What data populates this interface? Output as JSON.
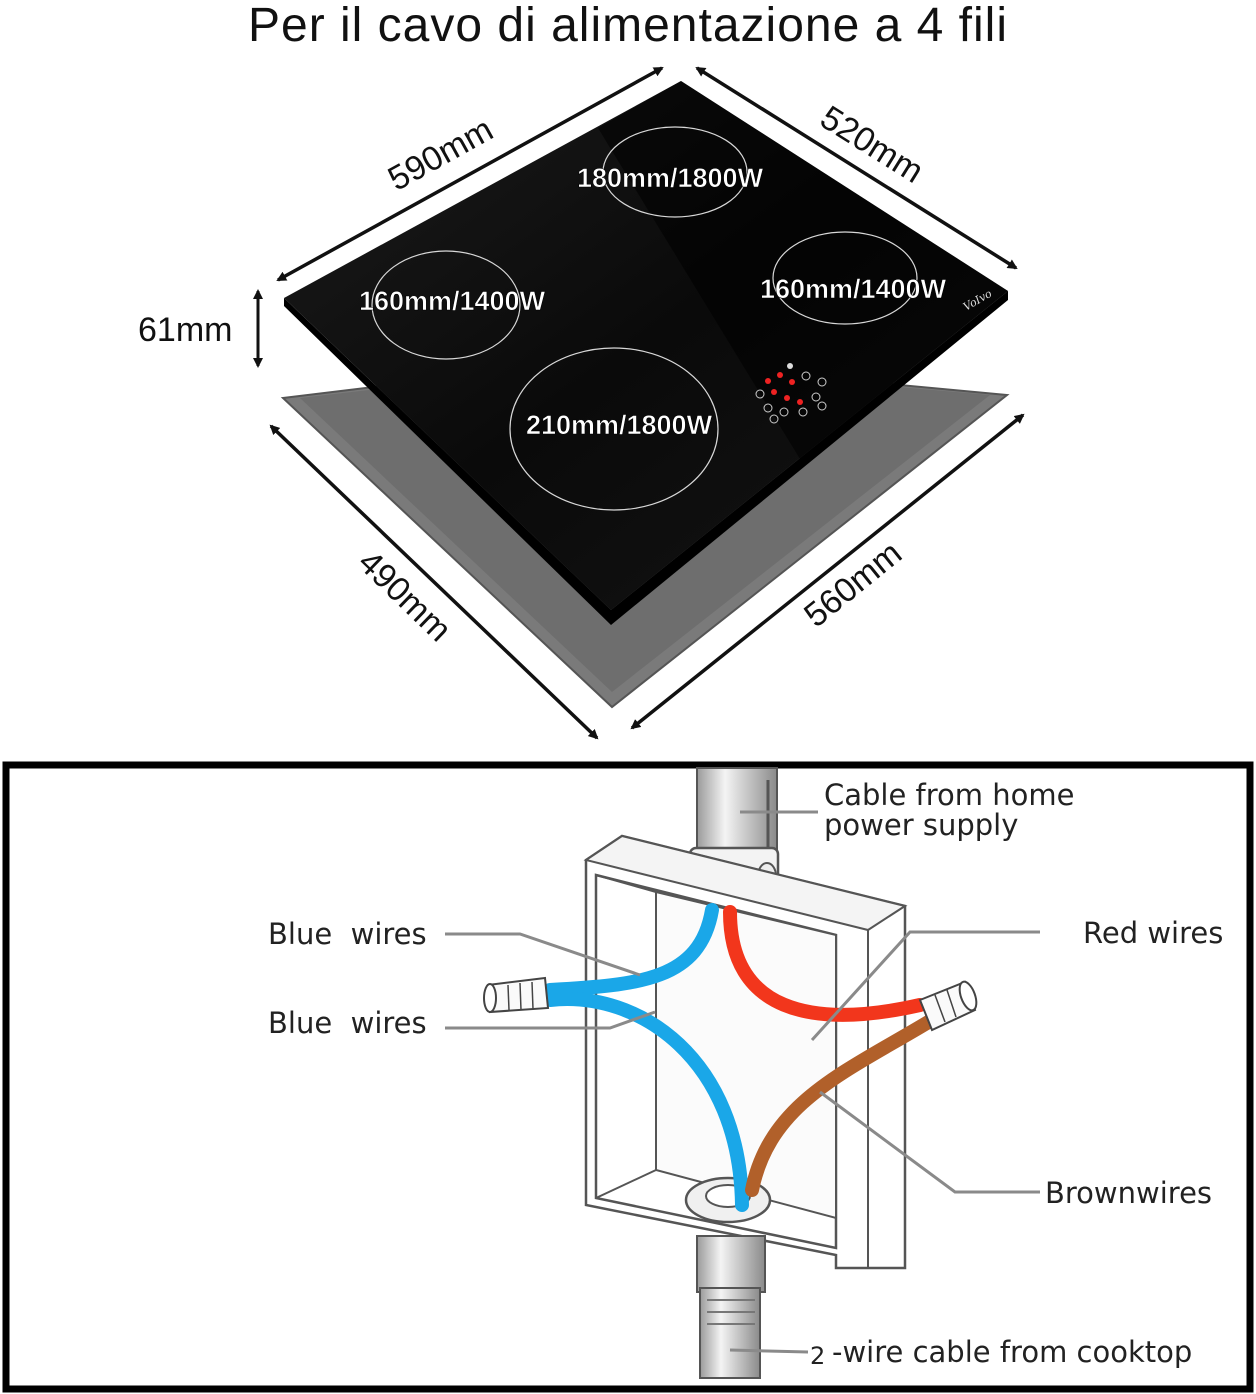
{
  "title": "Per il cavo di alimentazione a 4 fili",
  "dimensions": {
    "width_top": "590mm",
    "depth_top": "520mm",
    "height": "61mm",
    "cutout_depth": "490mm",
    "cutout_width": "560mm"
  },
  "zones": {
    "back_center": "180mm/1800W",
    "right": "160mm/1400W",
    "left": "160mm/1400W",
    "front_center": "210mm/1800W"
  },
  "brand": "VoIvo",
  "wiring": {
    "cable_home_line1": "Cable from home",
    "cable_home_line2": "power supply",
    "blue_wires_1": "Blue  wires",
    "blue_wires_2": "Blue  wires",
    "red_wires": "Red wires",
    "brown_wires": "Brownwires",
    "cooktop_cable_num": "2",
    "cooktop_cable": "-wire cable from cooktop"
  },
  "colors": {
    "blue_wire": "#1aa7e8",
    "red_wire": "#f2361c",
    "brown_wire": "#b1602a",
    "glass": "#0c0c0c",
    "tray": "#777777"
  }
}
